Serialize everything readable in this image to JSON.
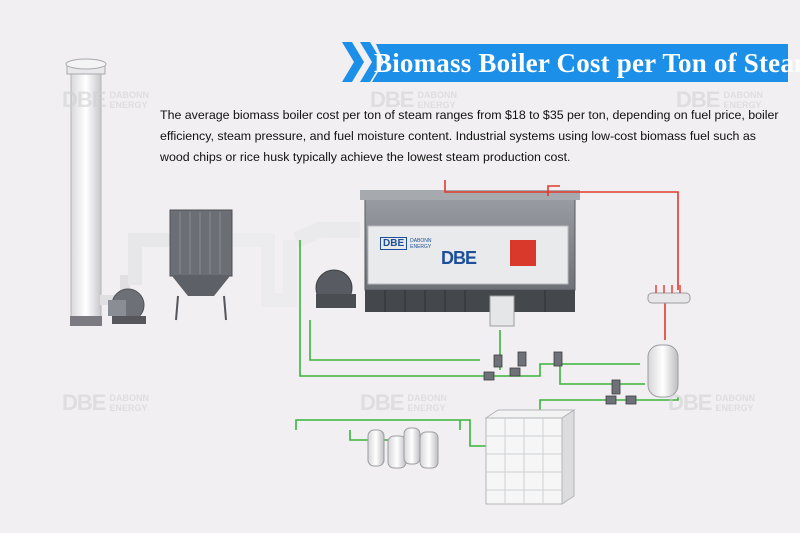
{
  "banner": {
    "title": "Biomass Boiler Cost per Ton of Steam",
    "colors": {
      "banner": "#1c8fe8",
      "chevron": "#1c8fe8"
    }
  },
  "description": "The average biomass boiler cost per ton of steam ranges from $18 to $35 per ton, depending on fuel price, boiler efficiency, steam pressure, and fuel moisture content. Industrial systems using low-cost biomass fuel such as wood chips or rice husk typically achieve the lowest steam production cost.",
  "boiler_logo": {
    "mark": "DBE",
    "name_line1": "DABONN",
    "name_line2": "ENERGY"
  },
  "watermark": {
    "mark": "DBE",
    "name_line1": "DABONN",
    "name_line2": "ENERGY"
  },
  "pipe_colors": {
    "water": "#3ab43a",
    "steam": "#e23a2e"
  }
}
